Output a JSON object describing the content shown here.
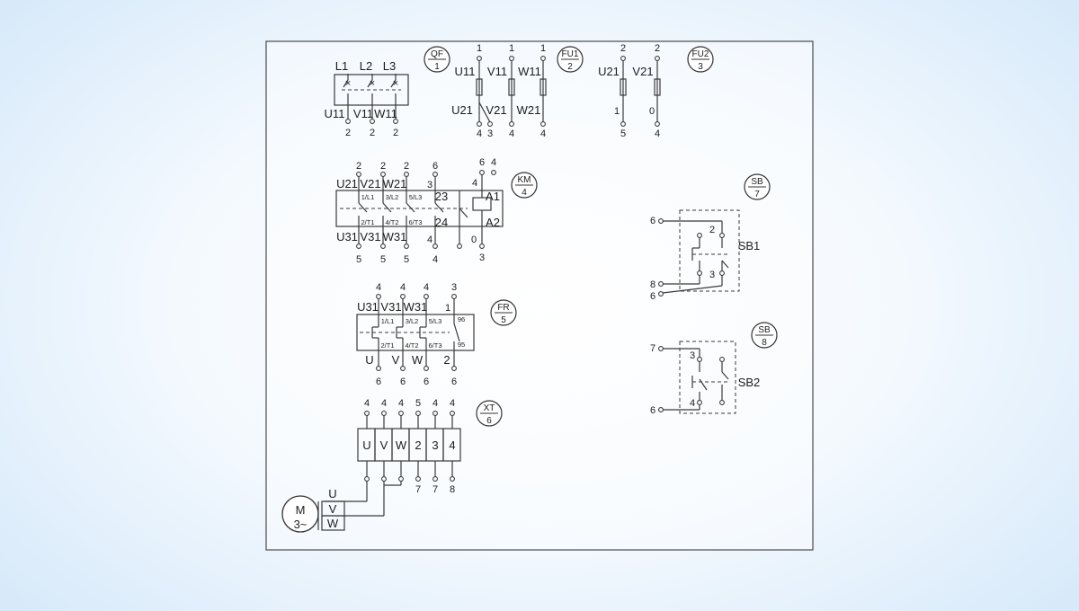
{
  "qf": {
    "tag": "QF",
    "num": "1",
    "inputs": [
      "L1",
      "L2",
      "L3"
    ],
    "outputs": [
      "U11",
      "V11",
      "W11"
    ],
    "out_nums": [
      "2",
      "2",
      "2"
    ]
  },
  "fu1": {
    "tag": "FU1",
    "num": "2",
    "top_nums": [
      "1",
      "1",
      "1"
    ],
    "in_labels": [
      "U11",
      "V11",
      "W11"
    ],
    "out_labels": [
      "U21",
      "V21",
      "W21"
    ],
    "bot_nums": [
      "4",
      "3",
      "4",
      "4"
    ]
  },
  "fu2": {
    "tag": "FU2",
    "num": "3",
    "top_nums": [
      "2",
      "2"
    ],
    "in_labels": [
      "U21",
      "V21"
    ],
    "out_labels": [
      "1",
      "0"
    ],
    "bot_nums": [
      "5",
      "4"
    ]
  },
  "km": {
    "tag": "KM",
    "num": "4",
    "top_nums": [
      "2",
      "2",
      "2",
      "6",
      "6",
      "4"
    ],
    "in_labels": [
      "U21",
      "V21",
      "W21"
    ],
    "aux_in": "3",
    "aux_top": "23",
    "aux_bot": "24",
    "coil_a1": "A1",
    "coil_a2": "A2",
    "coil_in": "4",
    "pin_in": [
      "1/L1",
      "3/L2",
      "5/L3"
    ],
    "pin_out": [
      "2/T1",
      "4/T2",
      "6/T3"
    ],
    "out_labels": [
      "U31",
      "V31",
      "W31"
    ],
    "aux_out": "4",
    "coil_out": "0",
    "bot_nums": [
      "5",
      "5",
      "5",
      "4",
      "3"
    ]
  },
  "fr": {
    "tag": "FR",
    "num": "5",
    "top_nums": [
      "4",
      "4",
      "4",
      "3"
    ],
    "in_labels": [
      "U31",
      "V31",
      "W31"
    ],
    "aux_in": "1",
    "pin_in": [
      "1/L1",
      "3/L2",
      "5/L3"
    ],
    "pin_out": [
      "2/T1",
      "4/T2",
      "6/T3"
    ],
    "nc_top": "96",
    "nc_bot": "95",
    "out_labels": [
      "U",
      "V",
      "W"
    ],
    "aux_out": "2",
    "bot_nums": [
      "6",
      "6",
      "6",
      "6"
    ]
  },
  "xt": {
    "tag": "XT",
    "num": "6",
    "top_nums": [
      "4",
      "4",
      "4",
      "5",
      "4",
      "4"
    ],
    "cells": [
      "U",
      "V",
      "W",
      "2",
      "3",
      "4"
    ],
    "bot_nums": [
      "7",
      "7",
      "8"
    ]
  },
  "sb1": {
    "tag": "SB",
    "num": "7",
    "name": "SB1",
    "left_nums": [
      "6",
      "8",
      "6"
    ],
    "inner_nums": [
      "2",
      "3"
    ]
  },
  "sb2": {
    "tag": "SB",
    "num": "8",
    "name": "SB2",
    "left_nums": [
      "7",
      "6"
    ],
    "inner_nums": [
      "3",
      "4"
    ]
  },
  "motor": {
    "line1": "M",
    "line2": "3~",
    "phases": [
      "U",
      "V",
      "W"
    ]
  }
}
